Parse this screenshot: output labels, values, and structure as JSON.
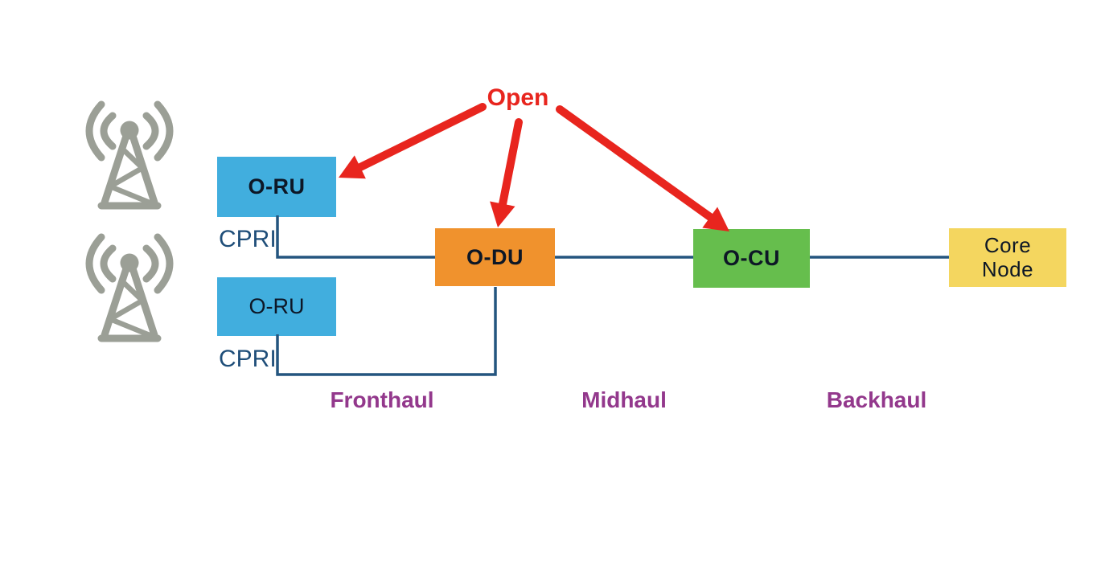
{
  "colors": {
    "oru_box": "#41AEDE",
    "odu_box": "#F0922D",
    "ocu_box": "#66BE4D",
    "core_box": "#F4D65F",
    "connector_line": "#24557F",
    "cpri_text": "#1F4E79",
    "open_red": "#E8251E",
    "segment_text": "#93388C",
    "tower_gray": "#9B9F96",
    "node_text": "#0D1726"
  },
  "diagram": {
    "open_callout": {
      "label": "Open"
    },
    "nodes": {
      "oru1": {
        "label": "O-RU"
      },
      "oru2": {
        "label": "O-RU"
      },
      "odu": {
        "label": "O-DU"
      },
      "ocu": {
        "label": "O-CU"
      },
      "core": {
        "label": "Core\nNode"
      }
    },
    "interfaces": {
      "cpri1": {
        "label": "CPRI"
      },
      "cpri2": {
        "label": "CPRI"
      }
    },
    "segments": {
      "fronthaul": {
        "label": "Fronthaul"
      },
      "midhaul": {
        "label": "Midhaul"
      },
      "backhaul": {
        "label": "Backhaul"
      }
    },
    "icons": {
      "antenna1": "radio-tower-icon",
      "antenna2": "radio-tower-icon"
    }
  }
}
